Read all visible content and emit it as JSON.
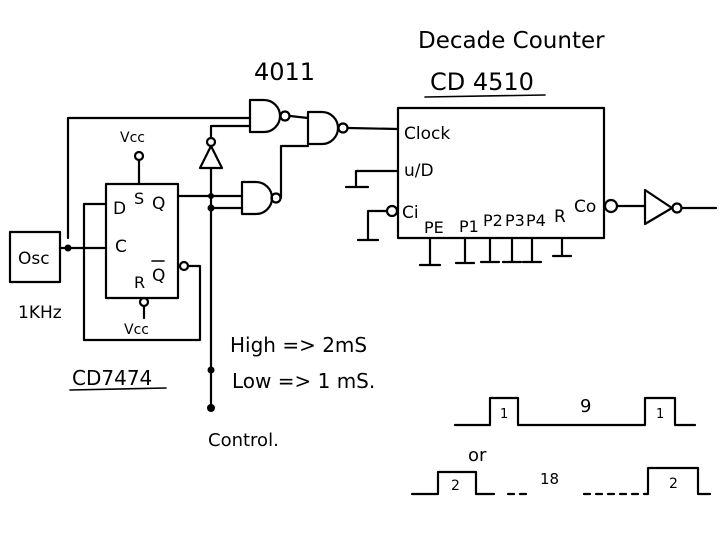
{
  "title": "Decade Counter",
  "counter": {
    "part": "CD 4510",
    "pins": {
      "clock": "Clock",
      "ud": "u/D",
      "ci": "Ci",
      "pe": "PE",
      "p1": "P1",
      "p2": "P2",
      "p3": "P3",
      "p4": "P4",
      "r": "R",
      "co": "Co"
    }
  },
  "gate_part": "4011",
  "oscillator": {
    "label": "Osc",
    "freq": "1KHz"
  },
  "flipflop": {
    "part": "CD7474",
    "pins": {
      "d": "D",
      "s": "S",
      "q": "Q",
      "c": "C",
      "r": "R",
      "qbar": "Q"
    },
    "vcc_top": "Vcc",
    "vcc_bottom": "Vcc"
  },
  "notes": {
    "high": "High => 2mS",
    "low": "Low => 1 mS.",
    "control": "Control."
  },
  "waveforms": {
    "top": {
      "pulse_a": "1",
      "gap": "9",
      "pulse_b": "1"
    },
    "or_label": "or",
    "bottom": {
      "pulse_a": "2",
      "gap": "18",
      "pulse_b": "2"
    }
  }
}
